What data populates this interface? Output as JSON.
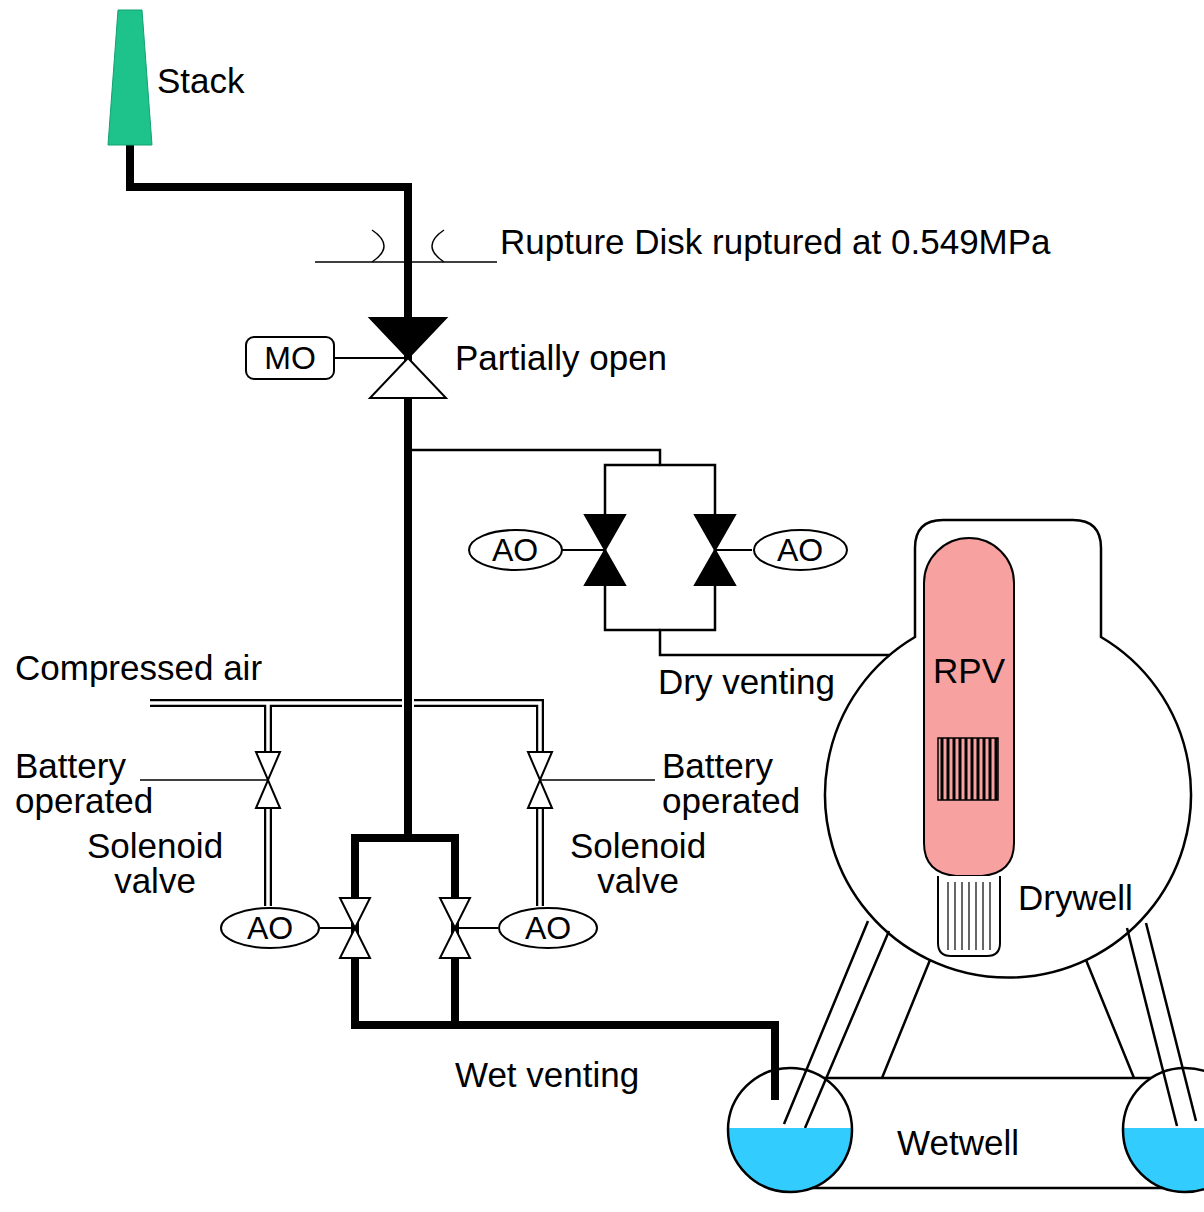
{
  "diagram": {
    "nodes": [
      {
        "text": [
          "Stack"
        ]
      },
      {
        "text": [
          "MO"
        ]
      },
      {
        "text": [
          "AO"
        ]
      },
      {
        "text": [
          "AO"
        ]
      },
      {
        "text": [
          "Drywell"
        ]
      },
      {
        "text": [
          "RPV"
        ],
        "in": 4
      },
      {
        "text": [
          "AO"
        ]
      },
      {
        "text": [
          "AO"
        ]
      },
      {
        "text": [
          "Wetwell"
        ]
      }
    ],
    "edges": [
      {
        "from": 8,
        "to": 0,
        "arrow": "none"
      },
      {
        "from": 4,
        "to": 0,
        "arrow": "none"
      }
    ],
    "labels": [
      "Rupture Disk ruptured at 0.549MPa",
      "Partially open",
      "Compressed air",
      "Dry venting",
      "Battery operated",
      "Battery operated",
      "Solenoid valve",
      "Solenoid valve",
      "Wet venting"
    ]
  }
}
